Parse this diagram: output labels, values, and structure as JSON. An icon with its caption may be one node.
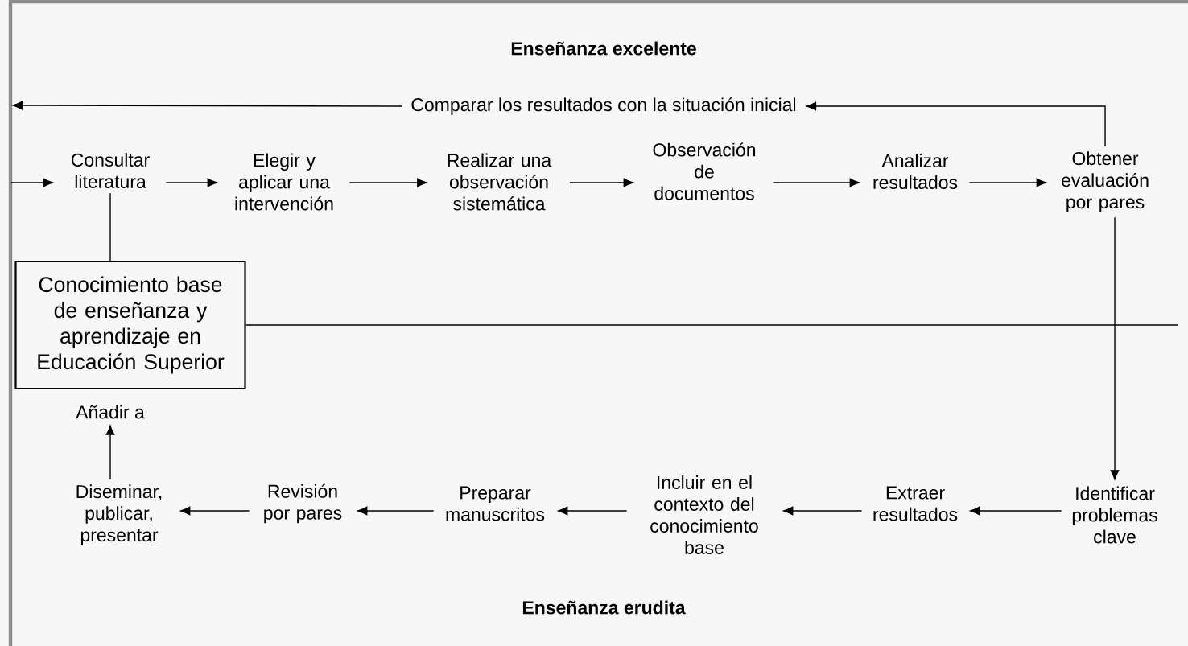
{
  "diagram": {
    "nodes": [
      {
        "text": [
          "Consultar literatura"
        ]
      },
      {
        "text": [
          "Elegir y aplicar una intervención"
        ]
      },
      {
        "text": [
          "Realizar una observación sistemática"
        ]
      },
      {
        "text": [
          "Observación de documentos"
        ]
      },
      {
        "text": [
          "Analizar resultados"
        ]
      },
      {
        "text": [
          "Obtener evaluación por pares"
        ]
      },
      {
        "text": [
          "Comparar los resultados con la situación inicial"
        ]
      },
      {
        "text": [
          "Conocimiento base de enseñanza y aprendizaje en Educación Superior"
        ]
      },
      {
        "text": [
          "Añadir a"
        ]
      },
      {
        "text": [
          "Diseminar, publicar, presentar"
        ]
      },
      {
        "text": [
          "Revisión por pares"
        ]
      },
      {
        "text": [
          "Preparar manuscritos"
        ]
      },
      {
        "text": [
          "Incluir en el contexto del conocimiento base"
        ]
      },
      {
        "text": [
          "Extraer resultados"
        ]
      },
      {
        "text": [
          "Identificar problemas clave"
        ]
      }
    ],
    "edges": [
      {
        "from": null,
        "to": 0,
        "arrow": "to"
      },
      {
        "from": 0,
        "to": 1,
        "arrow": "to"
      },
      {
        "from": 1,
        "to": 2,
        "arrow": "to"
      },
      {
        "from": 2,
        "to": 3,
        "arrow": "to"
      },
      {
        "from": 3,
        "to": 4,
        "arrow": "to"
      },
      {
        "from": 4,
        "to": 5,
        "arrow": "to"
      },
      {
        "from": 5,
        "to": 6,
        "arrow": "to"
      },
      {
        "from": 6,
        "to": null,
        "arrow": "to"
      },
      {
        "from": 0,
        "to": 7,
        "arrow": "none"
      },
      {
        "from": 7,
        "to": null,
        "arrow": "none"
      },
      {
        "from": 5,
        "to": 14,
        "arrow": "to"
      },
      {
        "from": 14,
        "to": 13,
        "arrow": "to"
      },
      {
        "from": 13,
        "to": 12,
        "arrow": "to"
      },
      {
        "from": 12,
        "to": 11,
        "arrow": "to"
      },
      {
        "from": 11,
        "to": 10,
        "arrow": "to"
      },
      {
        "from": 10,
        "to": 9,
        "arrow": "to"
      },
      {
        "from": 9,
        "to": 8,
        "arrow": "to"
      }
    ],
    "labels": [
      "Enseñanza excelente",
      "Enseñanza erudita"
    ]
  }
}
